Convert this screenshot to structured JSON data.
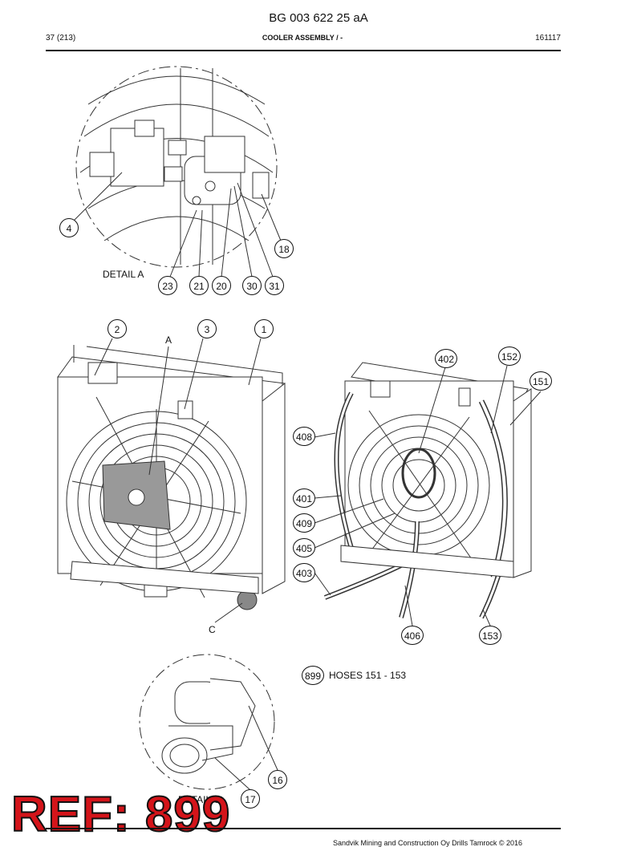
{
  "header": {
    "doc_title": "BG 003 622 25 aA",
    "page": "37 (213)",
    "section": "COOLER ASSEMBLY / -",
    "code": "161117"
  },
  "detail_a": {
    "caption": "DETAIL A",
    "callouts": [
      "4",
      "18",
      "23",
      "21",
      "20",
      "30",
      "31"
    ]
  },
  "main_left": {
    "callouts": [
      "2",
      "3",
      "1"
    ],
    "labels": [
      "A",
      "C"
    ]
  },
  "main_right": {
    "callouts": [
      "402",
      "152",
      "151",
      "408",
      "401",
      "409",
      "405",
      "403",
      "406",
      "153"
    ]
  },
  "hoses_note": {
    "ref": "899",
    "text": "HOSES 151 - 153"
  },
  "detail_c": {
    "caption": "DETAIL C",
    "callouts": [
      "16",
      "17"
    ]
  },
  "stamp": {
    "text": "REF: 899"
  },
  "footer": {
    "copyright": "Sandvik Mining and Construction Oy Drills Tamrock © 2016"
  }
}
